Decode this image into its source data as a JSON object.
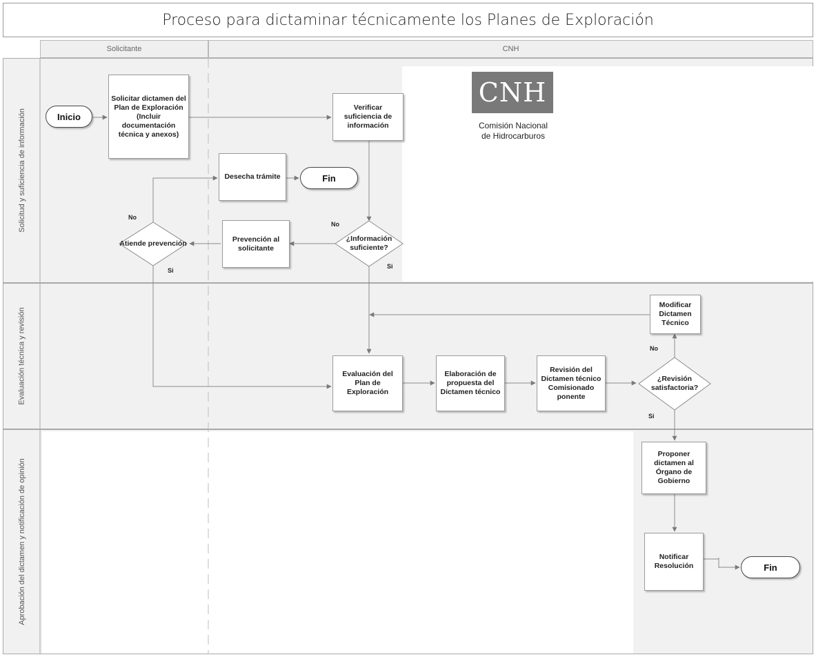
{
  "title": "Proceso para dictaminar técnicamente los Planes de Exploración",
  "columns": {
    "solicitante": "Solicitante",
    "cnh": "CNH"
  },
  "lanes": {
    "lane1": "Solicitud y suficiencia de información",
    "lane2": "Evaluación técnica y revisión",
    "lane3": "Aprobación del dictamen y notificación de opinión"
  },
  "logo": {
    "abbr": "CNH",
    "line1": "Comisión Nacional",
    "line2": "de Hidrocarburos"
  },
  "nodes": {
    "inicio": "Inicio",
    "solicitar": "Solicitar dictamen del Plan de Exploración (Incluir documentación técnica y anexos)",
    "verificar": "Verificar suficiencia de información",
    "desecha": "Desecha trámite",
    "fin1": "Fin",
    "info_suficiente": "¿Información suficiente?",
    "prevencion": "Prevención al solicitante",
    "atiende": "Atiende prevención",
    "modificar": "Modificar Dictamen Técnico",
    "evaluacion": "Evaluación del Plan de Exploración",
    "elaboracion": "Elaboración de propuesta del Dictamen técnico",
    "revision_dict": "Revisión del Dictamen técnico Comisionado ponente",
    "revision_sat": "¿Revisión satisfactoria?",
    "proponer": "Proponer dictamen al Órgano de Gobierno",
    "notificar": "Notificar Resolución",
    "fin2": "Fin"
  },
  "edge_labels": {
    "no": "No",
    "si": "Si"
  }
}
